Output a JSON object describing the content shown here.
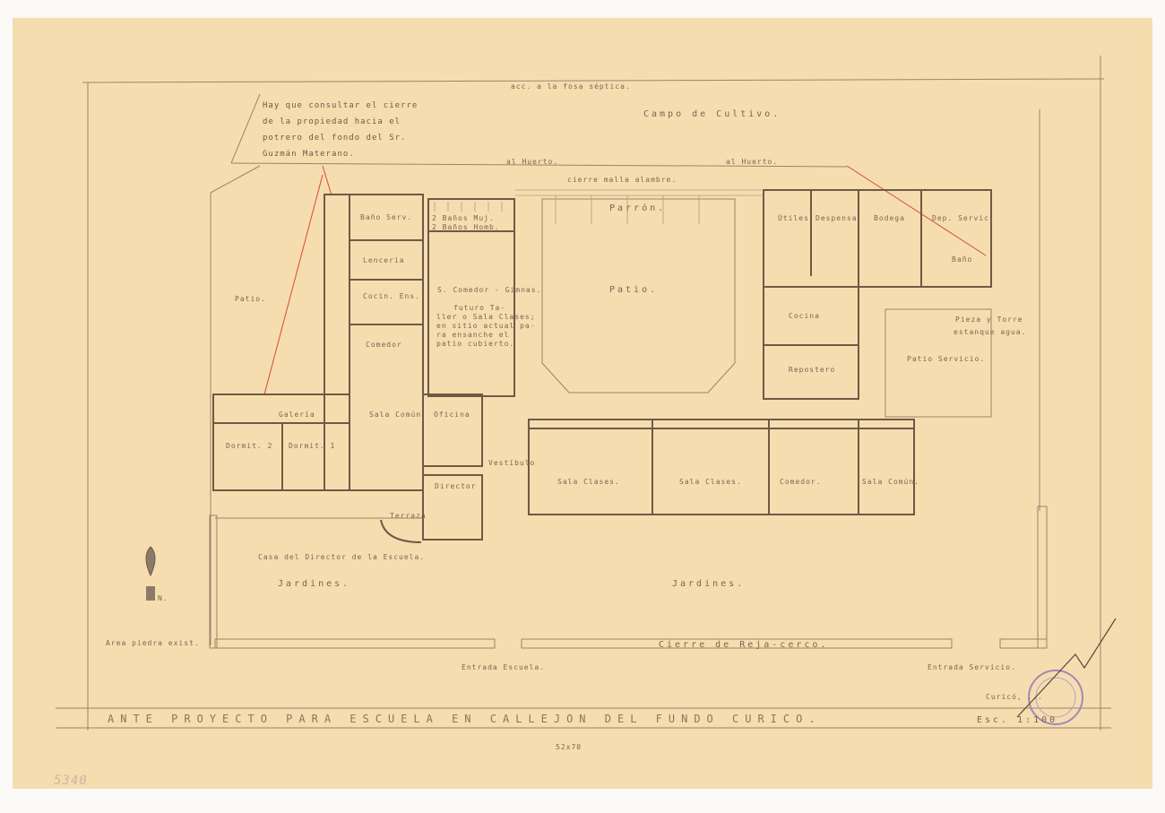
{
  "notes": {
    "septic": "acc. a la fosa séptica.",
    "consult": [
      "Hay que consultar el cierre",
      "de la propiedad hacia el",
      "potrero del fondo del Sr.",
      "Guzmán Materano."
    ],
    "future_room": [
      "futuro Ta-",
      "ller o Sala Clases;",
      "en sitio actual pa-",
      "ra ensanche el",
      "patio cubierto."
    ],
    "tower": [
      "Pieza y Torre",
      "estanque agua."
    ]
  },
  "site": {
    "campo": "Campo de Cultivo.",
    "huerto_1": "al Huerto.",
    "huerto_2": "al Huerto.",
    "cierre_malla": "cierre malla alambre.",
    "parron": "Parrón.",
    "casa_director": "Casa del Director de la Escuela.",
    "jardines_1": "Jardines.",
    "jardines_2": "Jardines.",
    "area_piedra": "Area piedra exist.",
    "cierre_reja": "Cierre de Reja-cerco.",
    "entrada_escuela": "Entrada Escuela.",
    "entrada_servicio": "Entrada Servicio.",
    "north": "N."
  },
  "rooms": {
    "bano_serv": "Baño Serv.",
    "lenceria": "Lencería",
    "cocina_ens": "Cocin. Ens.",
    "comedor_casa": "Comedor",
    "banos_muj": "2 Baños Muj.",
    "banos_homb": "2 Baños Homb.",
    "comedor_gimnasio": "S. Comedor - Gimnas.",
    "patio_left": "Patio.",
    "patio_center": "Patio.",
    "galeria": "Galería",
    "sala_comun": "Sala Común",
    "oficina": "Oficina",
    "dormit_2": "Dormit. 2",
    "dormit_1": "Dormit. 1",
    "vestibulo": "Vestíbulo",
    "director": "Director",
    "terraza": "Terraza",
    "utiles": "Útiles",
    "despensa": "Despensa",
    "bodega": "Bodega",
    "dep_servic": "Dep. Servic.",
    "bano": "Baño",
    "cocina": "Cocina",
    "repostero": "Repostero",
    "patio_servicio": "Patio Servicio.",
    "sala_clases_1": "Sala Clases.",
    "sala_clases_2": "Sala Clases.",
    "comedor": "Comedor.",
    "sala_comun_2": "Sala Común."
  },
  "title_block": {
    "title": "ANTE PROYECTO PARA ESCUELA EN CALLEJON DEL FUNDO CURICO.",
    "scale": "Esc. 1:100",
    "place": "Curicó, ...",
    "sheet_size": "52x70",
    "archive_no": "5340"
  }
}
